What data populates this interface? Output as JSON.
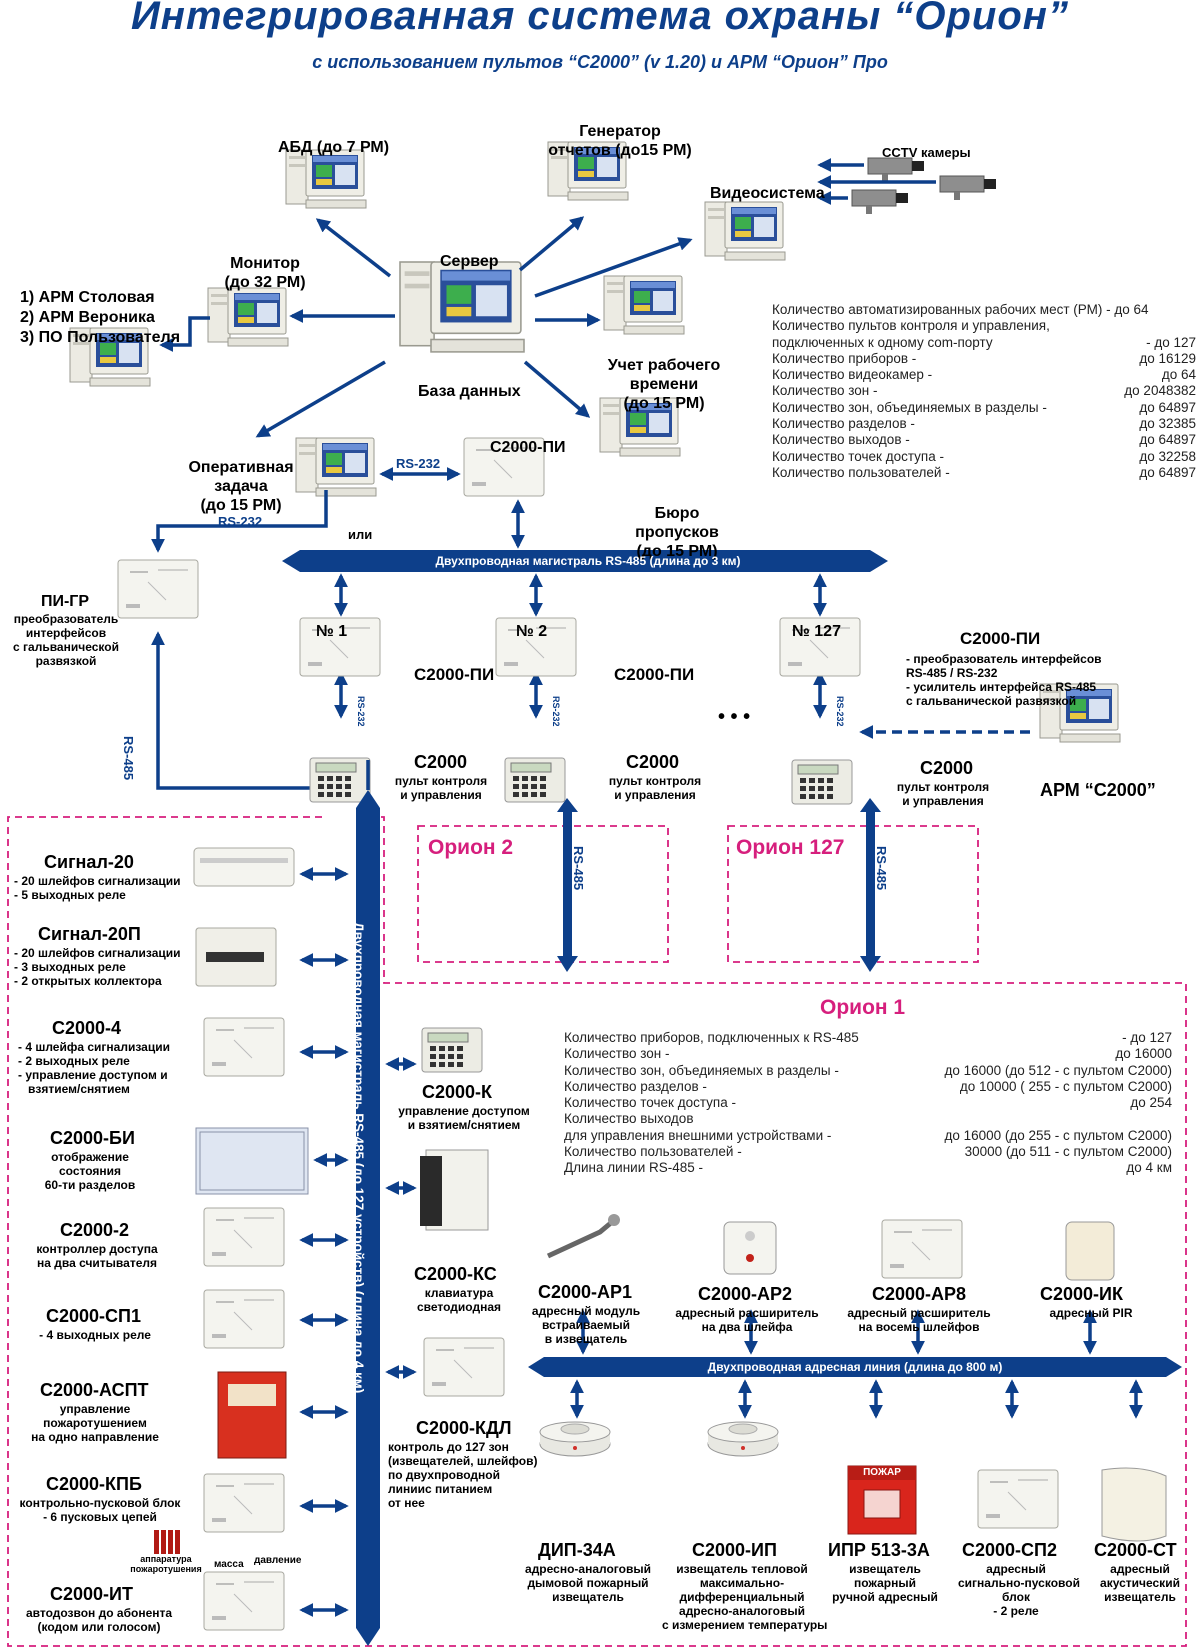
{
  "header": {
    "title": "Интегрированная система охраны “Орион”",
    "subtitle": "с использованием пультов “С2000”  (v 1.20) и АРМ “Орион” Про"
  },
  "workstations": {
    "abd": "АБД  (до 7 РМ)",
    "report_gen_1": "Генератор",
    "report_gen_2": "отчетов (до15 РМ)",
    "cctv": "CCTV камеры",
    "video": "Видеосистема",
    "monitor_1": "Монитор",
    "monitor_2": "(до 32 РМ)",
    "server": "Сервер",
    "database": "База данных",
    "apps_1": "1) АРМ Столовая",
    "apps_2": "2) АРМ Вероника",
    "apps_3": "3) ПО Пользователя",
    "time_1": "Учет рабочего",
    "time_2": "времени",
    "time_3": "(до 15 РМ)",
    "op_1": "Оперативная",
    "op_2": "задача",
    "op_3": "(до 15 РМ)",
    "or": "или",
    "bureau_1": "Бюро",
    "bureau_2": "пропусков",
    "bureau_3": "(до 15 РМ)",
    "pi_top": "С2000-ПИ"
  },
  "system_stats": [
    {
      "k": "Количество автоматизированных рабочих мест (РМ) - до 64",
      "v": ""
    },
    {
      "k": "Количество пультов контроля и управления,",
      "v": ""
    },
    {
      "k": "подключенных к одному com-порту",
      "v": "- до 127"
    },
    {
      "k": "Количество приборов -",
      "v": "до 16129"
    },
    {
      "k": "Количество видеокамер -",
      "v": "до 64"
    },
    {
      "k": "Количество зон -",
      "v": "до 2048382"
    },
    {
      "k": "Количество зон, объединяемых в разделы -",
      "v": "до 64897"
    },
    {
      "k": "Количество разделов -",
      "v": "до 32385"
    },
    {
      "k": "Количество выходов -",
      "v": "до 64897"
    },
    {
      "k": "Количество точек доступа -",
      "v": "до 32258"
    },
    {
      "k": "Количество пользователей -",
      "v": "до 64897"
    }
  ],
  "links": {
    "rs232": "RS-232",
    "rs485": "RS-485",
    "main_bus": "Двухпроводная магистраль RS-485     (длина до 3 км)",
    "vertical_bus": "Двухпроводная магистраль RS-485    (до 127 устройств) (длина до 4 км)",
    "addr_bus": "Двухпроводная адресная линия  (длина до 800 м)"
  },
  "pi_gr": {
    "name": "ПИ-ГР",
    "d1": "преобразователь",
    "d2": "интерфейсов",
    "d3": "с гальванической",
    "d4": "развязкой"
  },
  "branches": {
    "n1": "№ 1",
    "n2": "№ 2",
    "n127": "№ 127",
    "pi": "С2000-ПИ",
    "pi_d1": "- преобразователь интерфейсов",
    "pi_d2": "RS-485 / RS-232",
    "pi_d3": "- усилитель интерфейса RS-485",
    "pi_d4": "с гальванической развязкой",
    "dots": "• • •",
    "c2000": "С2000",
    "c2000_d1": "пульт контроля",
    "c2000_d2": "и управления",
    "arm": "АРМ “С2000”",
    "orion2": "Орион 2",
    "orion127": "Орион 127",
    "orion1": "Орион 1"
  },
  "left_devices": {
    "s20": "Сигнал-20",
    "s20_d1": "- 20 шлейфов сигнализации",
    "s20_d2": "- 5 выходных реле",
    "s20p": "Сигнал-20П",
    "s20p_d1": "- 20 шлейфов сигнализации",
    "s20p_d2": "- 3 выходных реле",
    "s20p_d3": "- 2 открытых коллектора",
    "c4": "С2000-4",
    "c4_d1": "- 4 шлейфа сигнализации",
    "c4_d2": "- 2 выходных реле",
    "c4_d3": "- управление доступом и",
    "c4_d4": "взятием/снятием",
    "bi": "С2000-БИ",
    "bi_d1": "отображение",
    "bi_d2": "состояния",
    "bi_d3": "60-ти разделов",
    "c2": "С2000-2",
    "c2_d1": "контроллер доступа",
    "c2_d2": "на два считывателя",
    "sp1": "С2000-СП1",
    "sp1_d1": "- 4 выходных реле",
    "aspt": "С2000-АСПТ",
    "aspt_d1": "управление",
    "aspt_d2": "пожаротушением",
    "aspt_d3": "на одно направление",
    "kpb": "С2000-КПБ",
    "kpb_d1": "контрольно-пусковой блок",
    "kpb_d2": "- 6 пусковых цепей",
    "kpb_app1": "аппаратура",
    "kpb_app2": "пожаротушения",
    "mass": "масса",
    "pressure": "давление",
    "it": "С2000-ИТ",
    "it_d1": "автодозвон до абонента",
    "it_d2": "(кодом или голосом)"
  },
  "center_devices": {
    "k": "С2000-К",
    "k_d1": "управление доступом",
    "k_d2": "и взятием/снятием",
    "ks": "С2000-КС",
    "ks_d1": "клавиатура",
    "ks_d2": "светодиодная",
    "kdl": "С2000-КДЛ",
    "kdl_d1": "контроль до 127 зон",
    "kdl_d2": "(извещателей, шлейфов)",
    "kdl_d3": "по двухпроводной",
    "kdl_d4": "линиис питанием",
    "kdl_d5": "от нее"
  },
  "orion1_stats": [
    {
      "k": "Количество приборов, подключенных к RS-485",
      "v": "- до 127"
    },
    {
      "k": "Количество зон -",
      "v": "до 16000"
    },
    {
      "k": "Количество зон, объединяемых в разделы -",
      "v": "до 16000 (до 512 - с пультом С2000)"
    },
    {
      "k": "Количество разделов -",
      "v": "до 10000 ( 255 - с пультом С2000)"
    },
    {
      "k": "Количество точек доступа -",
      "v": "до 254"
    },
    {
      "k": "Количество выходов",
      "v": ""
    },
    {
      "k": "для управления внешними устройствами -",
      "v": "до 16000 (до 255 - с пультом С2000)"
    },
    {
      "k": "Количество пользователей -",
      "v": "30000 (до 511 - с пультом С2000)"
    },
    {
      "k": "Длина линии RS-485 -",
      "v": "до 4 км"
    }
  ],
  "addr_top": {
    "ar1": "С2000-АР1",
    "ar1_d1": "адресный модуль",
    "ar1_d2": "встраиваемый",
    "ar1_d3": "в извещатель",
    "ar2": "С2000-АР2",
    "ar2_d1": "адресный расширитель",
    "ar2_d2": "на два шлейфа",
    "ar8": "С2000-АР8",
    "ar8_d1": "адресный расширитель",
    "ar8_d2": "на восемь шлейфов",
    "ik": "С2000-ИК",
    "ik_d1": "адресный PIR"
  },
  "addr_bottom": {
    "dip": "ДИП-34А",
    "dip_d1": "адресно-аналоговый",
    "dip_d2": "дымовой пожарный",
    "dip_d3": "извещатель",
    "ip": "С2000-ИП",
    "ip_d1": "извещатель тепловой",
    "ip_d2": "максимально-",
    "ip_d3": "дифференциальный",
    "ip_d4": "адресно-аналоговый",
    "ip_d5": "с измерением температуры",
    "ipr": "ИПР 513-3А",
    "ipr_d1": "извещатель",
    "ipr_d2": "пожарный",
    "ipr_d3": "ручной адресный",
    "ipr_sign": "ПОЖАР",
    "sp2": "С2000-СП2",
    "sp2_d1": "адресный",
    "sp2_d2": "сигнально-пусковой",
    "sp2_d3": "блок",
    "sp2_d4": "- 2 реле",
    "st": "С2000-СТ",
    "st_d1": "адресный",
    "st_d2": "акустический",
    "st_d3": "извещатель"
  },
  "colors": {
    "bus": "#0d3f8a",
    "orion": "#d61f7d"
  }
}
